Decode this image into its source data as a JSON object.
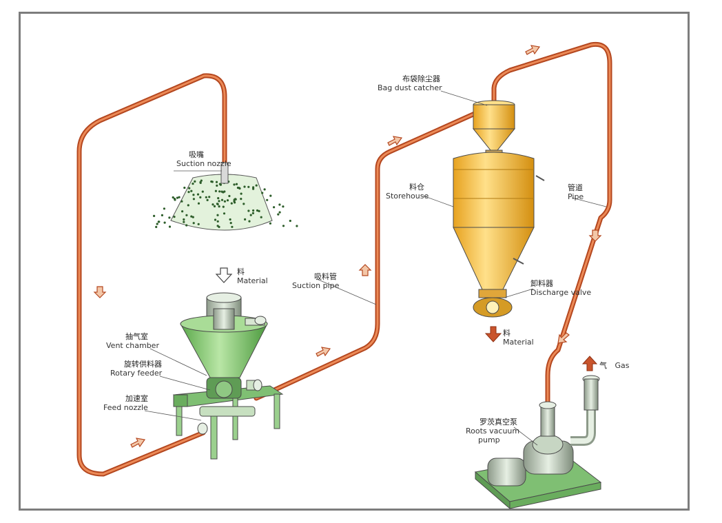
{
  "labels": {
    "suction_nozzle": {
      "cn": "吸嘴",
      "en": "Suction nozzle"
    },
    "material_in": {
      "cn": "料",
      "en": "Material"
    },
    "vent_chamber": {
      "cn": "抽气室",
      "en": "Vent chamber"
    },
    "rotary_feeder": {
      "cn": "旋转供料器",
      "en": "Rotary feeder"
    },
    "feed_nozzle": {
      "cn": "加速室",
      "en": "Feed nozzle"
    },
    "suction_pipe": {
      "cn": "吸料管",
      "en": "Suction pipe"
    },
    "bag_dust_catcher": {
      "cn": "布袋除尘器",
      "en": "Bag dust catcher"
    },
    "storehouse": {
      "cn": "料仓",
      "en": "Storehouse"
    },
    "discharge_valve": {
      "cn": "卸料器",
      "en": "Discharge valve"
    },
    "material_out": {
      "cn": "料",
      "en": "Material"
    },
    "pipe": {
      "cn": "管道",
      "en": "Pipe"
    },
    "gas": {
      "cn": "气",
      "en": "Gas"
    },
    "roots_pump": {
      "cn": "罗茨真空泵",
      "en": "Roots vacuum",
      "en2": "pump"
    }
  },
  "colors": {
    "pipe": "#c9542c",
    "pipe_inner": "#e8834f",
    "equipment_green": "#7cc46a",
    "equipment_yellow": "#f2b53a",
    "frame": "#7d7d7d"
  }
}
